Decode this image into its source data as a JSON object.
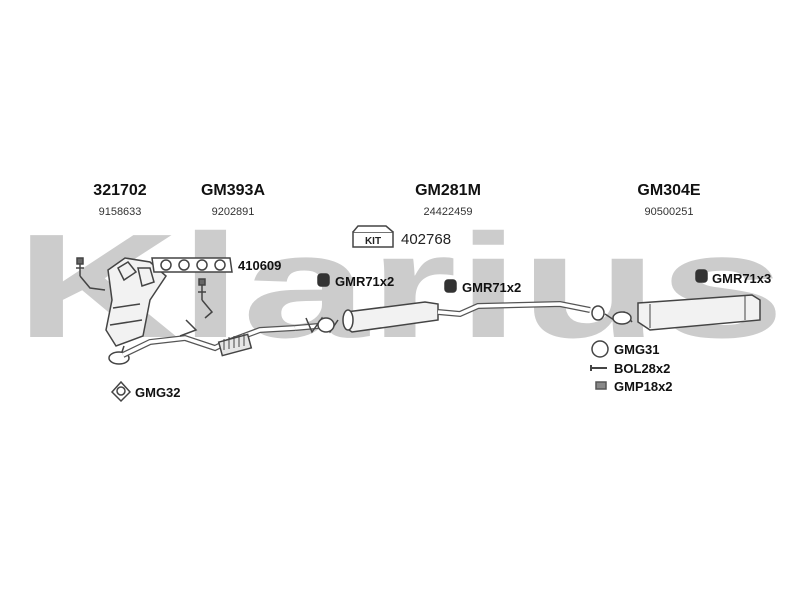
{
  "watermark": {
    "text": "Klarius",
    "color": "#cccccc"
  },
  "parts": [
    {
      "number": "321702",
      "ref": "9158633"
    },
    {
      "number": "GM393A",
      "ref": "9202891"
    },
    {
      "number": "GM281M",
      "ref": "24422459"
    },
    {
      "number": "GM304E",
      "ref": "90500251"
    }
  ],
  "kit": {
    "badge": "KIT",
    "number": "402768"
  },
  "accessories": {
    "gasket": "410609",
    "mount_1": "GMR71x2",
    "mount_2": "GMR71x2",
    "mount_3": "GMR71x3",
    "ring_gmg31": "GMG31",
    "bolt": "BOL28x2",
    "clamp": "GMP18x2",
    "ring_gmg32": "GMG32"
  },
  "colors": {
    "line": "#444444",
    "fill": "#f2f2f2",
    "dark": "#333333"
  }
}
